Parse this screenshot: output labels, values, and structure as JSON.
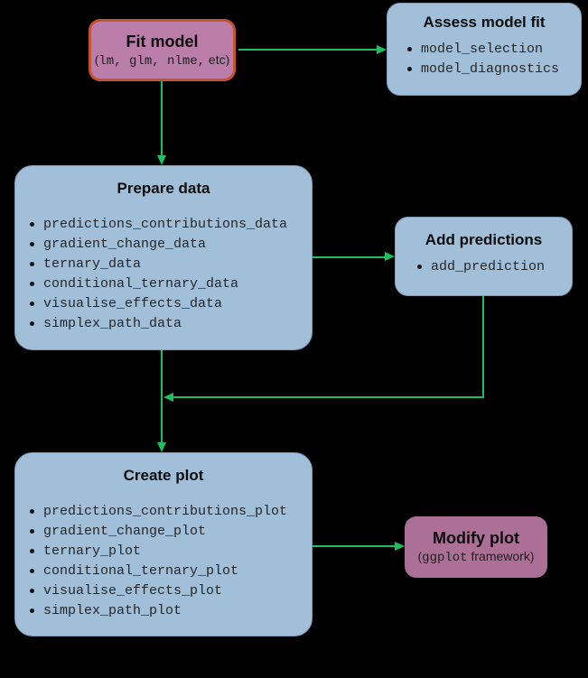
{
  "colors": {
    "background": "#000000",
    "box_blue": "#a2bfda",
    "box_blue_border": "#7e9cbb",
    "box_pink_fit": "#bb7da9",
    "box_pink_modify": "#ac7097",
    "fit_border": "#c4532f",
    "arrow_green": "#1dc05e",
    "title_text": "#0d0d0d",
    "code_text": "#262626"
  },
  "nodes": {
    "fit_model": {
      "title": "Fit model",
      "subtitle_open": "(",
      "subtitle_code": "lm, glm, nlme,",
      "subtitle_rest": " etc)"
    },
    "assess_model_fit": {
      "title": "Assess model fit",
      "items": [
        "model_selection",
        "model_diagnostics"
      ]
    },
    "prepare_data": {
      "title": "Prepare data",
      "items": [
        "predictions_contributions_data",
        "gradient_change_data",
        "ternary_data",
        "conditional_ternary_data",
        "visualise_effects_data",
        "simplex_path_data"
      ]
    },
    "add_predictions": {
      "title": "Add predictions",
      "items": [
        "add_prediction"
      ]
    },
    "create_plot": {
      "title": "Create plot",
      "items": [
        "predictions_contributions_plot",
        "gradient_change_plot",
        "ternary_plot",
        "conditional_ternary_plot",
        "visualise_effects_plot",
        "simplex_path_plot"
      ]
    },
    "modify_plot": {
      "title": "Modify plot",
      "subtitle_open": "(",
      "subtitle_code": "ggplot",
      "subtitle_rest": " framework)"
    }
  },
  "edges": [
    {
      "from": "fit_model",
      "to": "assess_model_fit"
    },
    {
      "from": "fit_model",
      "to": "prepare_data"
    },
    {
      "from": "prepare_data",
      "to": "add_predictions"
    },
    {
      "from": "prepare_data",
      "to": "create_plot"
    },
    {
      "from": "add_predictions",
      "to": "create_plot"
    },
    {
      "from": "create_plot",
      "to": "modify_plot"
    }
  ]
}
